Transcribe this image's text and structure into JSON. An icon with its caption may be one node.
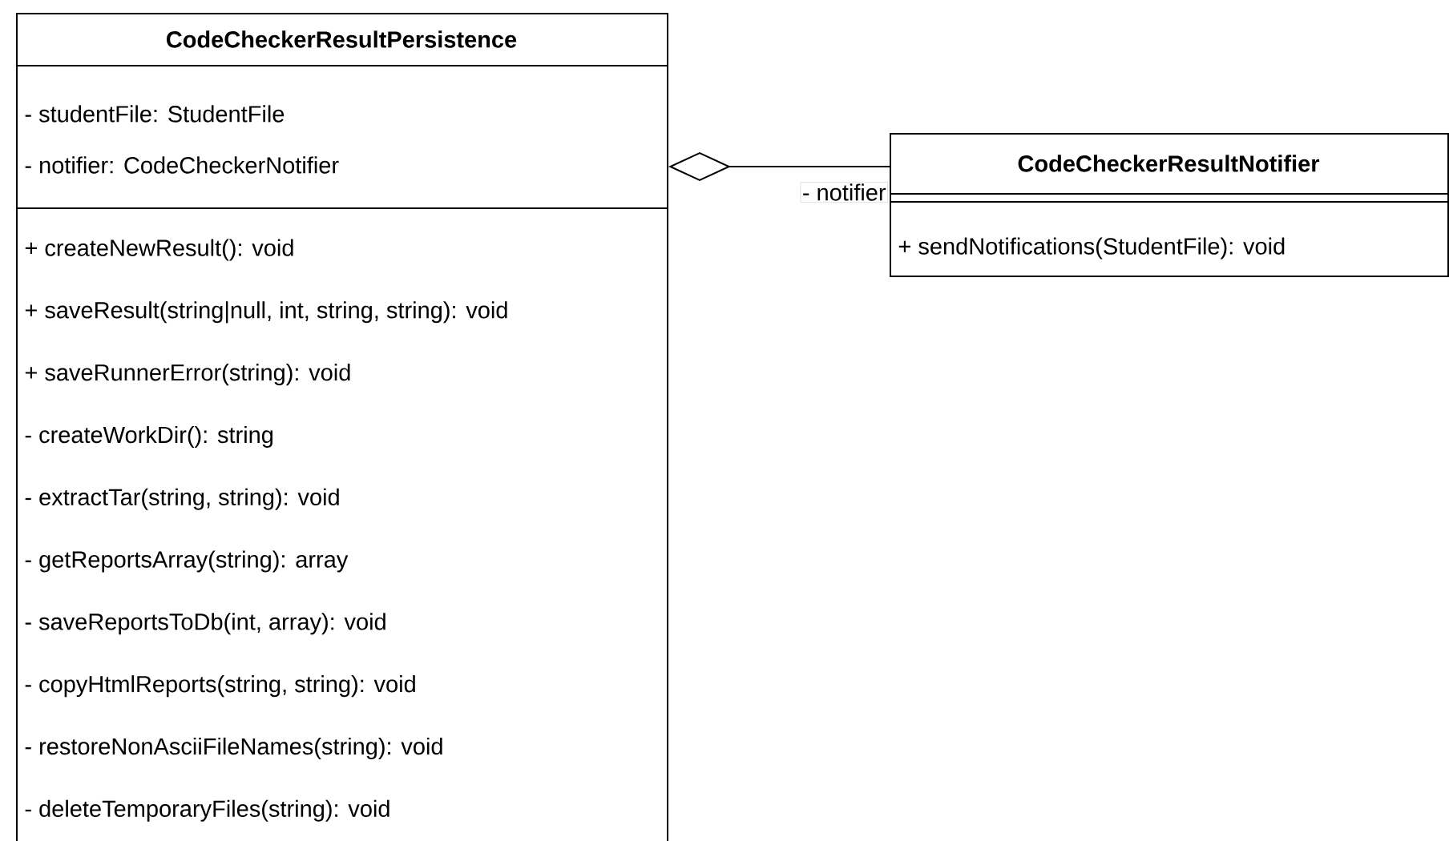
{
  "diagram": {
    "nodes": [
      {
        "text": [
          "CodeCheckerResultPersistence",
          "- studentFile: StudentFile",
          "- notifier: CodeCheckerNotifier",
          "+ createNewResult(): void",
          "+ saveResult(string|null, int, string, string): void",
          "+ saveRunnerError(string): void",
          "- createWorkDir(): string",
          "- extractTar(string, string): void",
          "- getReportsArray(string): array",
          "- saveReportsToDb(int, array): void",
          "- copyHtmlReports(string, string): void",
          "- restoreNonAsciiFileNames(string): void",
          "- deleteTemporaryFiles(string): void"
        ]
      },
      {
        "text": [
          "CodeCheckerResultNotifier",
          "+ sendNotifications(StudentFile): void"
        ]
      }
    ],
    "edges": [
      {
        "from": 0,
        "to": 1,
        "arrow": "other",
        "label": "- notifier"
      }
    ]
  }
}
